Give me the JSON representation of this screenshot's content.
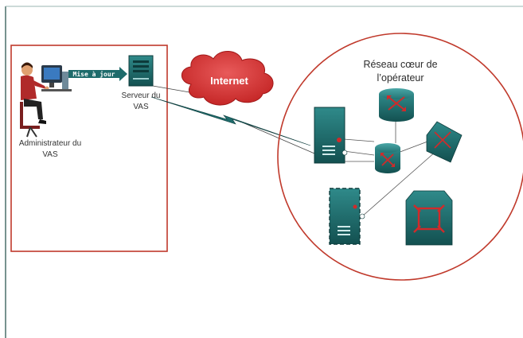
{
  "diagram": {
    "admin_label_line1": "Administrateur du",
    "admin_label_line2": "VAS",
    "update_label": "Mise à jour",
    "server_label_line1": "Serveur du",
    "server_label_line2": "VAS",
    "internet_label": "Internet",
    "core_label_line1": "Réseau cœur de",
    "core_label_line2": "l’opérateur"
  },
  "colors": {
    "frame_red": "#c0392b",
    "device_teal": "#1e6b6b",
    "device_dark": "#134a4a",
    "cloud_red": "#d12a2a",
    "border_gray": "#4a6f6a"
  },
  "icons": {
    "admin": "person-at-computer-icon",
    "server": "server-tower-icon",
    "cloud": "cloud-icon",
    "router": "router-icon",
    "switch": "layer3-switch-icon",
    "gateway": "gateway-icon"
  }
}
